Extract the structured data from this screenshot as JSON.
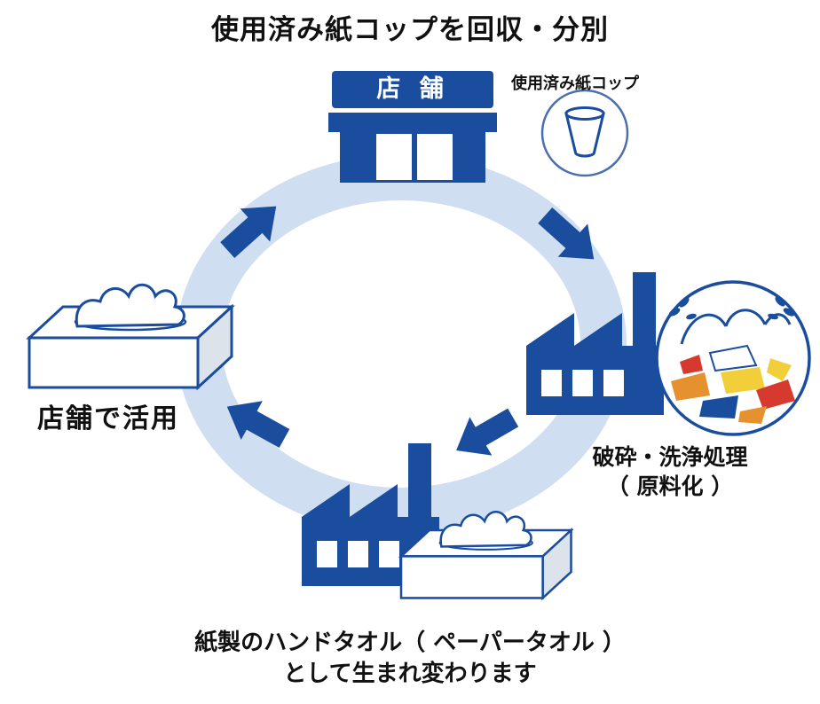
{
  "title": "使用済み紙コップを回収・分別",
  "colors": {
    "primary_blue": "#1b4d9e",
    "ring_blue": "#cfdef1",
    "shred_yellow": "#f2cf3a",
    "shred_orange": "#e5912f",
    "shred_red": "#d63a2f",
    "box_side_gray": "#dde3ea",
    "text_black": "#111111"
  },
  "nodes": {
    "store": {
      "label": "店 舗"
    },
    "used_cup": {
      "label": "使用済み紙コップ"
    },
    "processing": {
      "line1": "破砕・洗浄処理",
      "line2": "（ 原料化 ）"
    },
    "towel": {
      "line1": "紙製のハンドタオル（ ペーパータオル ）",
      "line2": "として生まれ変わります"
    },
    "store_use": {
      "label": "店舗で活用"
    }
  }
}
